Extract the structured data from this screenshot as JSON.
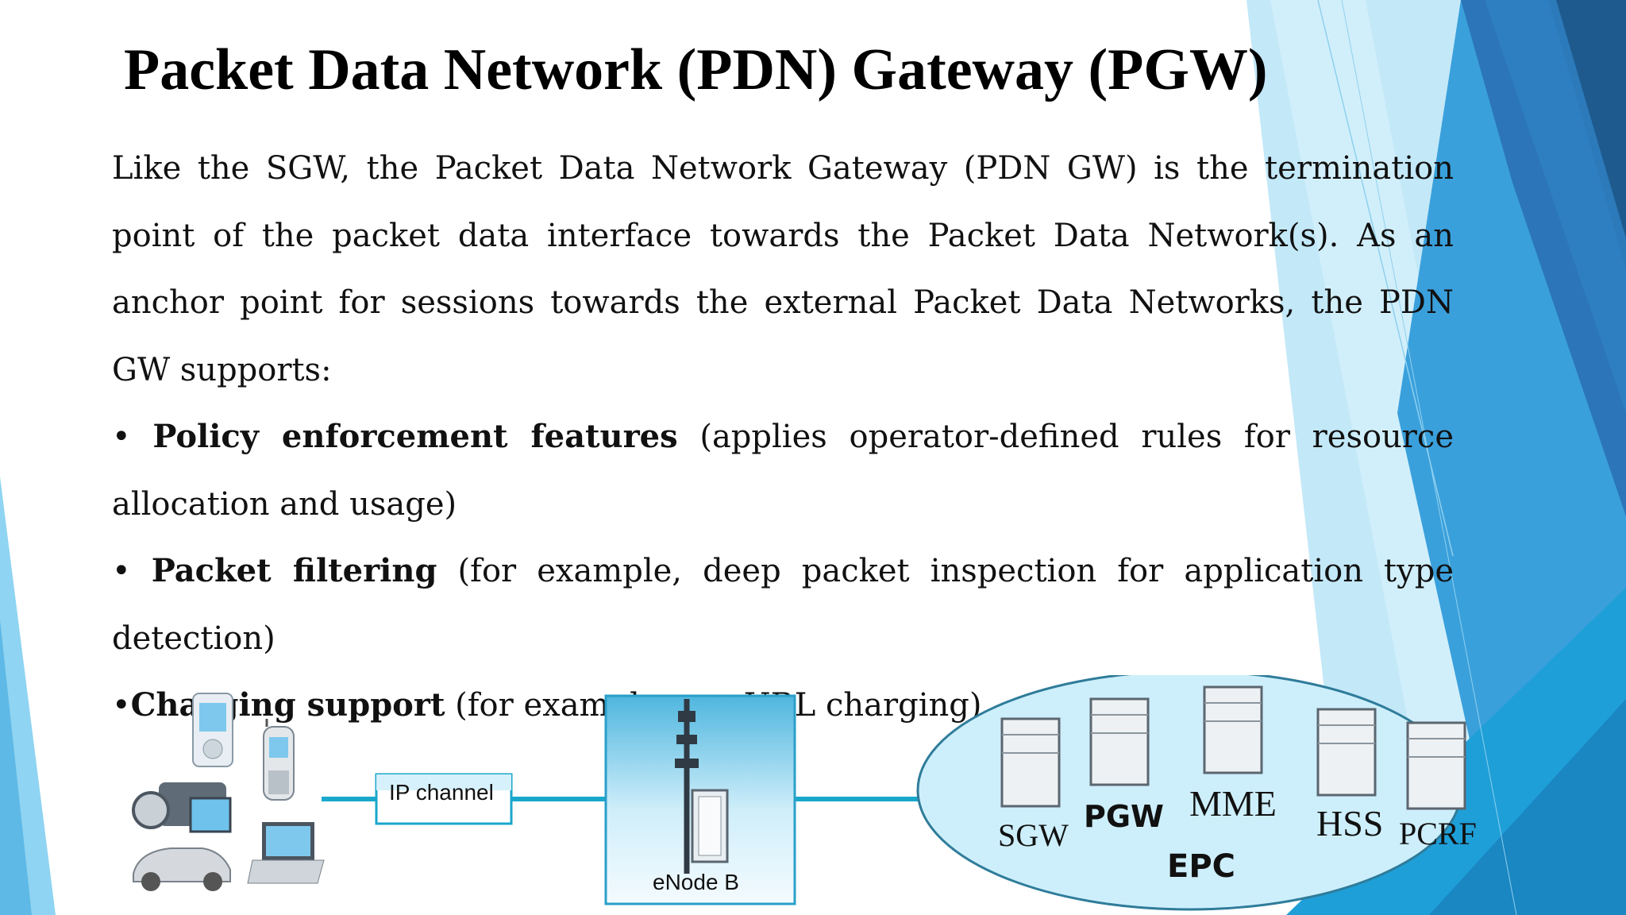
{
  "slide": {
    "title": "Packet Data Network (PDN) Gateway (PGW)",
    "intro": "Like the SGW, the Packet Data Network Gateway (PDN GW) is the termination point of the packet data interface towards the Packet Data Network(s). As an anchor point for sessions towards the external Packet Data Networks, the PDN GW supports:",
    "bullets": [
      {
        "marker": "•",
        "bold": "Policy enforcement features",
        "text": " (applies operator-defined rules for resource allocation and usage)"
      },
      {
        "marker": "•",
        "bold": "Packet filtering",
        "text": " (for example, deep packet inspection for application type detection)"
      },
      {
        "marker": "•",
        "bold": "Charging support",
        "text": " (for example, per-URL charging)"
      }
    ]
  },
  "diagram": {
    "ip_channel": "IP channel",
    "enodeb": "eNode B",
    "epc": "EPC",
    "nodes": {
      "sgw": "SGW",
      "pgw": "PGW",
      "mme": "MME",
      "hss": "HSS",
      "pcrf": "PCRF"
    }
  },
  "colors": {
    "accent_dark": "#1f5f96",
    "accent_mid": "#2a8fd0",
    "accent_light": "#6cc6ee",
    "line": "#1aa7cc",
    "ellipse_fill": "#cdeffb",
    "ellipse_stroke": "#2f7c9a"
  }
}
